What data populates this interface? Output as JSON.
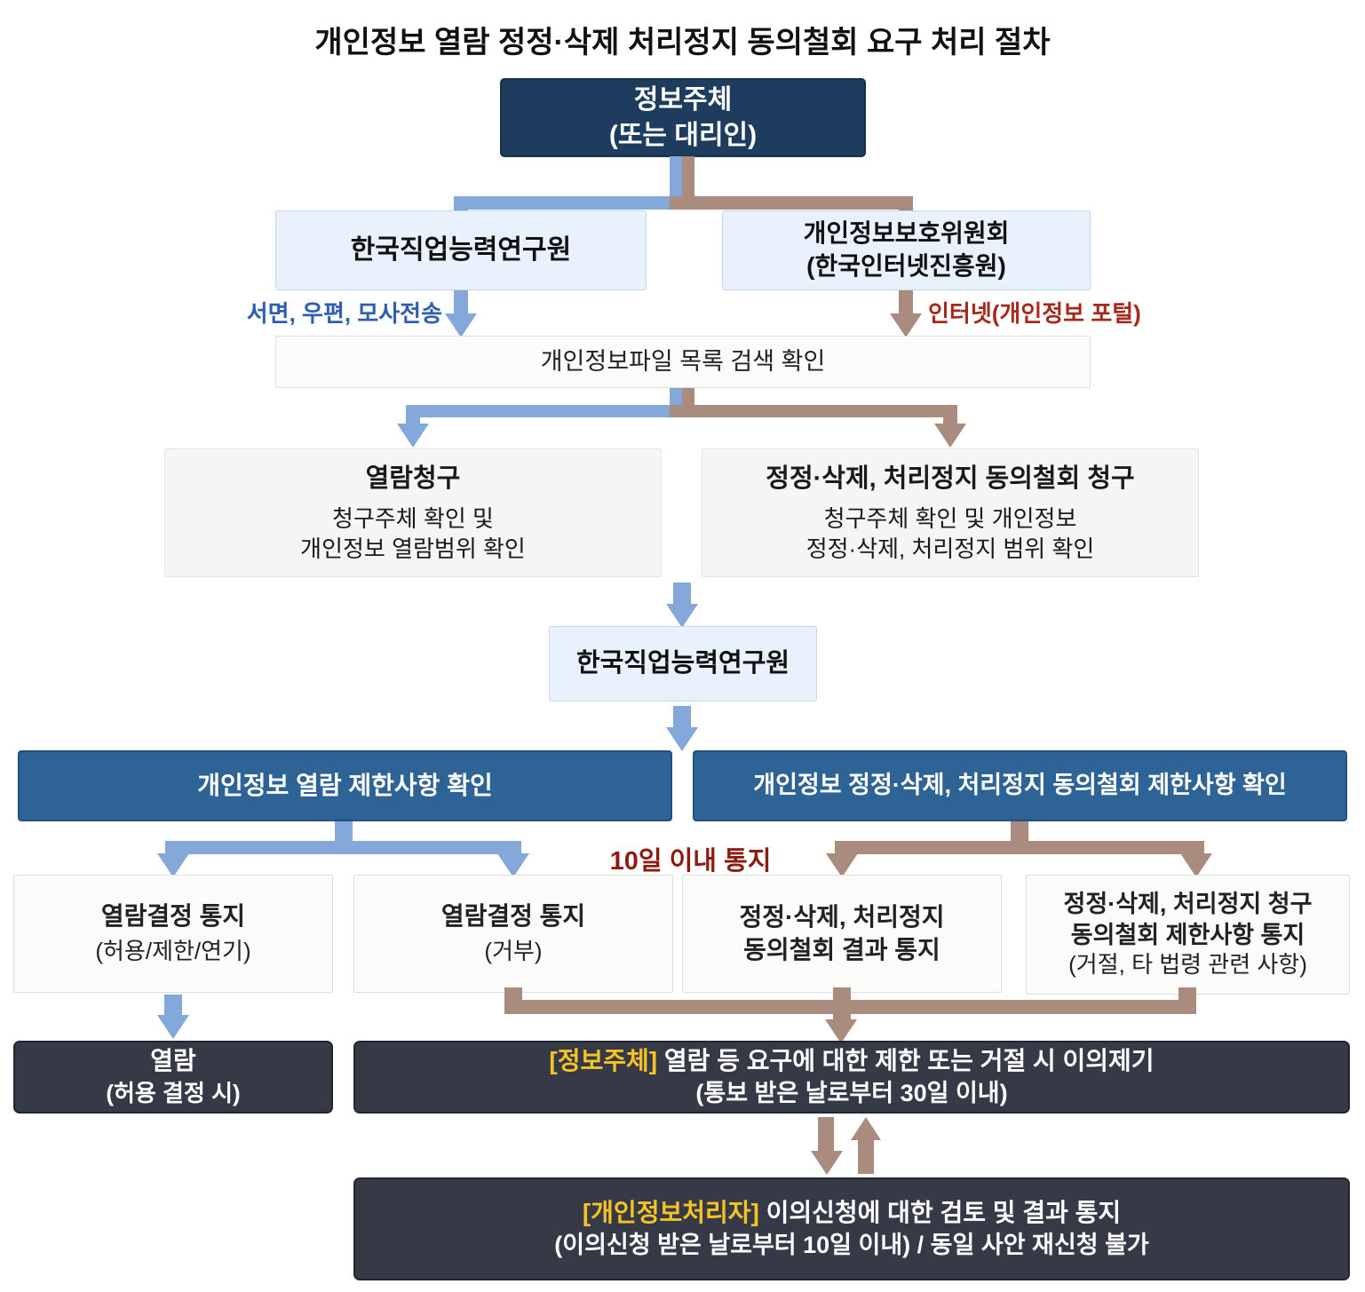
{
  "title": "개인정보 열람 정정·삭제 처리정지 동의철회 요구 처리 절차",
  "colors": {
    "navy_box": "#1d3c5e",
    "light_blue_box": "#e9f1fc",
    "blue_arrow": "#84a8da",
    "brown_arrow": "#a98c7d",
    "bar_blue": "#2e6396",
    "dark_box": "#363a46",
    "highlight_yellow": "#f6c325",
    "label_blue": "#2f5fae",
    "label_red": "#a5291c",
    "notice_red": "#8e1b10"
  },
  "nodes": {
    "subject": {
      "line1": "정보주체",
      "line2": "(또는 대리인)"
    },
    "krivet_top": {
      "label": "한국직업능력연구원"
    },
    "pipc": {
      "line1": "개인정보보호위원회",
      "line2": "(한국인터넷진흥원)"
    },
    "channel_left": {
      "label": "서면, 우편, 모사전송"
    },
    "channel_right": {
      "label": "인터넷(개인정보 포털)"
    },
    "file_search": {
      "label": "개인정보파일 목록 검색 확인"
    },
    "view_request": {
      "title": "열람청구",
      "line1": "청구주체 확인 및",
      "line2": "개인정보 열람범위 확인"
    },
    "correction_request": {
      "title": "정정·삭제, 처리정지 동의철회 청구",
      "line1": "청구주체 확인 및 개인정보",
      "line2": "정정·삭제, 처리정지 범위 확인"
    },
    "krivet_mid": {
      "label": "한국직업능력연구원"
    },
    "view_limit_bar": {
      "label": "개인정보 열람 제한사항 확인"
    },
    "correction_limit_bar": {
      "label": "개인정보 정정·삭제, 처리정지 동의철회 제한사항 확인"
    },
    "notice_10days": {
      "label": "10일 이내 통지"
    },
    "result_allow": {
      "title": "열람결정 통지",
      "sub": "(허용/제한/연기)"
    },
    "result_deny": {
      "title": "열람결정 통지",
      "sub": "(거부)"
    },
    "result_correction": {
      "line1": "정정·삭제, 처리정지",
      "line2": "동의철회 결과 통지"
    },
    "result_limit": {
      "line1": "정정·삭제, 처리정지 청구",
      "line2": "동의철회 제한사항 통지",
      "sub": "(거절, 타 법령 관련 사항)"
    },
    "view_final": {
      "title": "열람",
      "sub": "(허용 결정 시)"
    },
    "objection": {
      "tag": "[정보주체]",
      "text": " 열람 등 요구에 대한 제한 또는 거절 시 이의제기",
      "sub": "(통보 받은 날로부터 30일 이내)"
    },
    "review": {
      "tag": "[개인정보처리자]",
      "text": " 이의신청에 대한 검토 및 결과 통지",
      "sub": "(이의신청 받은 날로부터 10일 이내) / 동일 사안 재신청 불가"
    }
  }
}
